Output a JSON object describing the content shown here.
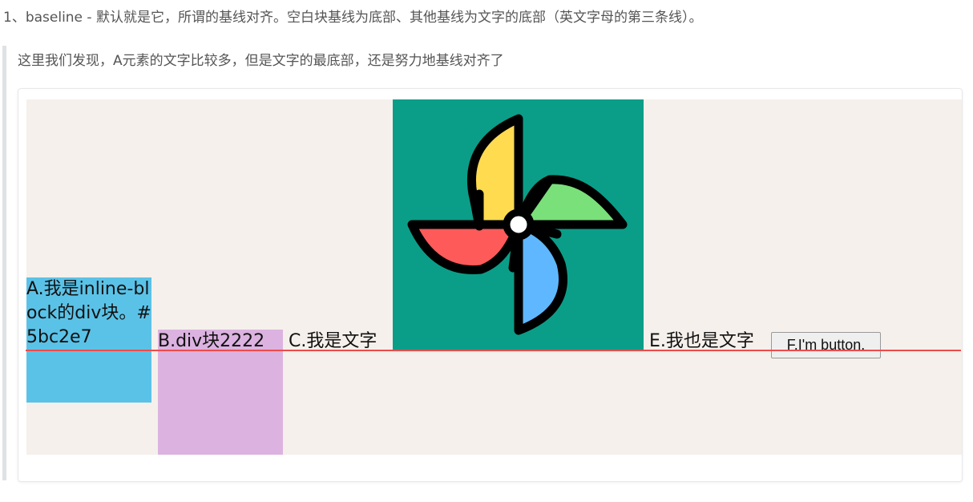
{
  "heading": "1、baseline - 默认就是它，所谓的基线对齐。空白块基线为底部、其他基线为文字的底部（英文字母的第三条线）。",
  "quote": "这里我们发现，A元素的文字比较多，但是文字的最底部，还是努力地基线对齐了",
  "demo": {
    "a_text": "A.我是inline-block的div块。#5bc2e7",
    "b_text": "B.div块2222",
    "c_text": "C.我是文字",
    "e_text": "E.我也是文字",
    "f_button": "F.I'm button."
  },
  "colors": {
    "a_background": "#5bc2e7",
    "b_background": "#dcb3e0",
    "image_background": "#0a9e88",
    "demo_background": "#f5f0eb",
    "baseline": "#ee4b4b"
  },
  "icons": {
    "image": "pinwheel-icon"
  }
}
